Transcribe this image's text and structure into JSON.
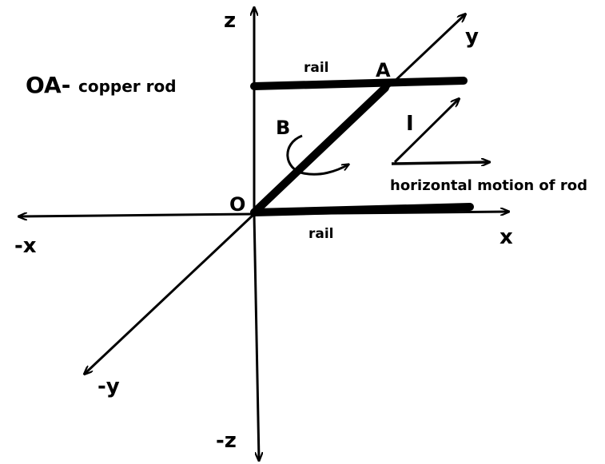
{
  "title": {
    "symbol": "OA-",
    "description": "copper rod"
  },
  "axes": {
    "z": "z",
    "neg_z": "-z",
    "x": "x",
    "neg_x": "-x",
    "y": "y",
    "neg_y": "-y"
  },
  "points": {
    "origin": "O",
    "a": "A",
    "b": "B"
  },
  "rails": {
    "top": "rail",
    "bottom": "rail"
  },
  "current": {
    "symbol": "I"
  },
  "motion": {
    "label": "horizontal motion of rod"
  }
}
